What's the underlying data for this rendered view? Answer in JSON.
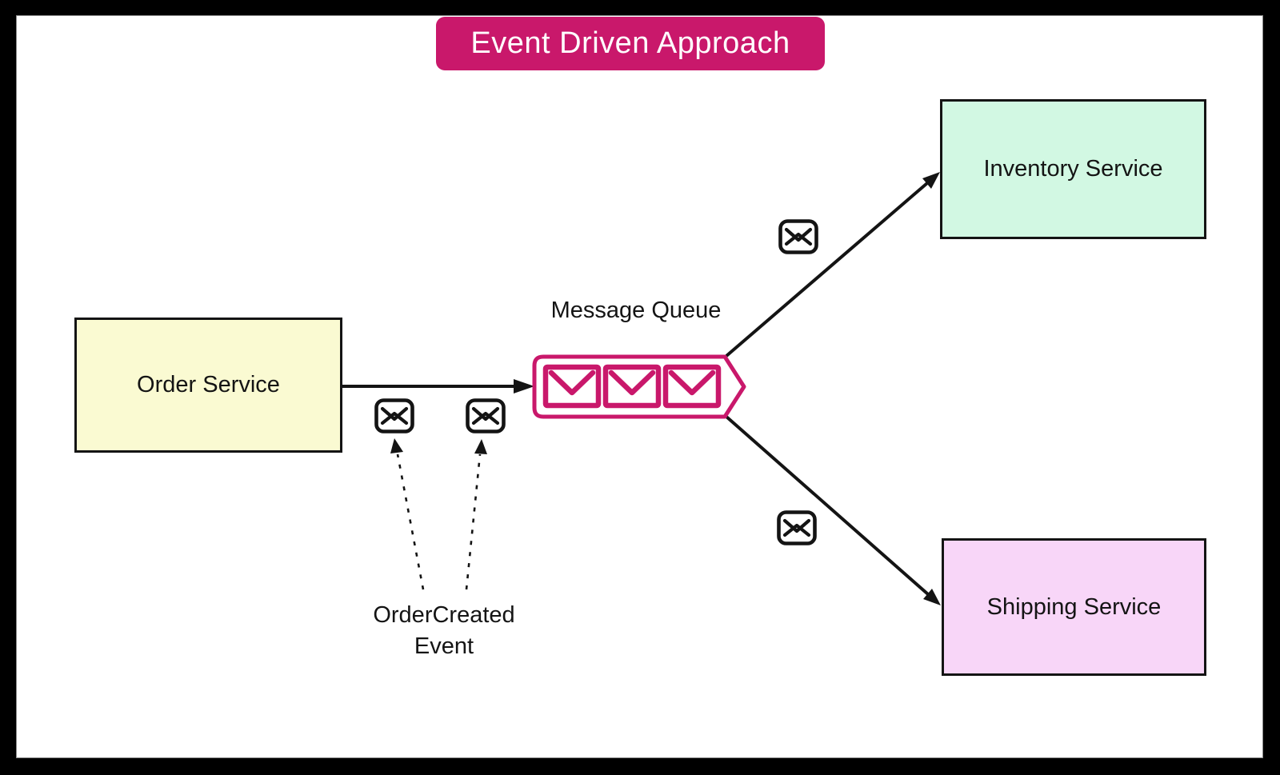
{
  "title": {
    "label": "Event Driven Approach"
  },
  "nodes": {
    "order": {
      "label": "Order Service"
    },
    "inventory": {
      "label": "Inventory Service"
    },
    "shipping": {
      "label": "Shipping Service"
    }
  },
  "queue": {
    "label": "Message Queue",
    "envelope_count": 3,
    "envelope_icon": "envelope-icon"
  },
  "event_annotation": {
    "line1": "OrderCreated",
    "line2": "Event",
    "target_icon": "envelope-icon"
  },
  "icons": {
    "edge_message": "envelope-icon"
  },
  "colors": {
    "accent": "#c9186b",
    "ink": "#141414",
    "frame": "#000000",
    "canvas": "#ffffff",
    "order_fill": "#fafad2",
    "inventory_fill": "#d2f8e3",
    "shipping_fill": "#f8d6f8"
  }
}
